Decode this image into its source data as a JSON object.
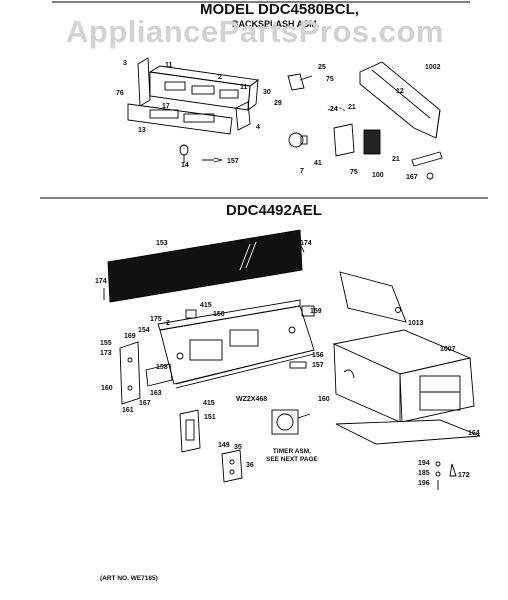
{
  "watermark": "AppliancePartsPros.com",
  "header": {
    "model_title": "MODEL DDC4580BCL,",
    "model_subtitle": "BACKSPLASH ASM.",
    "section_title": "DDC4492AEL"
  },
  "labels": {
    "p3": "3",
    "p11a": "11",
    "p76": "76",
    "p2a": "2",
    "p17": "17",
    "p11b": "11",
    "p13": "13",
    "p4": "4",
    "p14": "14",
    "p157a": "157",
    "p25": "25",
    "p75a": "75",
    "p30": "30",
    "p29": "29",
    "p24": "24",
    "p21a": "21",
    "p7": "7",
    "p41": "41",
    "p75b": "75",
    "p100": "100",
    "p1002": "1002",
    "p12": "12",
    "p21b": "21",
    "p167a": "167",
    "p153": "153",
    "p174a": "174",
    "p174b": "174",
    "p415a": "415",
    "p150": "150",
    "p159": "159",
    "p175": "175",
    "p169": "169",
    "p154": "154",
    "p2b": "2",
    "p155": "155",
    "p173": "173",
    "p158": "158",
    "p163": "163",
    "p160a": "160",
    "p161": "161",
    "p167b": "167",
    "p156": "156",
    "p157b": "157",
    "p1013": "1013",
    "p1007": "1007",
    "p160b": "160",
    "p164": "164",
    "p415b": "415",
    "wz": "WZ2X468",
    "p151": "151",
    "p149": "149",
    "p35": "35",
    "p36": "36",
    "p194": "194",
    "p185": "185",
    "p196": "196",
    "p172": "172"
  },
  "timer_note": [
    "TIMER ASM.",
    "SEE NEXT PAGE"
  ],
  "art_number": "(ART NO. WE7185)"
}
